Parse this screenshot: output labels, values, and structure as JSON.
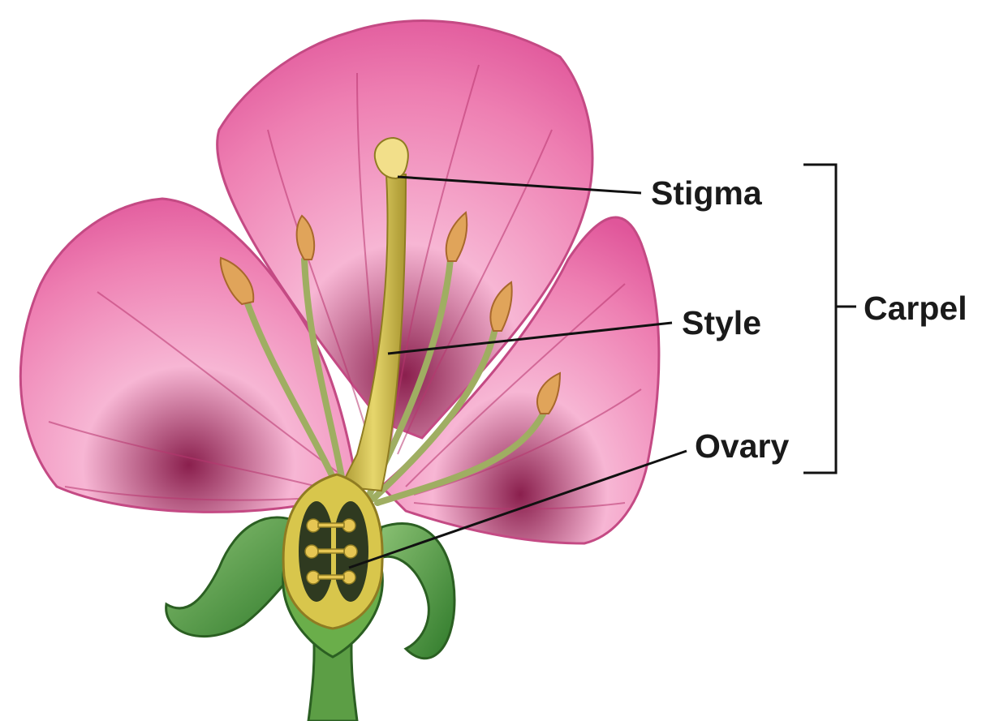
{
  "labels": {
    "stigma": "Stigma",
    "style": "Style",
    "ovary": "Ovary",
    "carpel": "Carpel"
  },
  "colors": {
    "petal": "#e8609c",
    "petal_light": "#f7b6d4",
    "petal_vein": "#b8366f",
    "pistil": "#c9b842",
    "stigma_tip": "#f2df8a",
    "anther": "#e0a45a",
    "filament": "#9fae62",
    "sepal": "#4f9a3f",
    "ovary_dark": "#2f3a20",
    "ovule": "#e6c653",
    "line": "#111111"
  },
  "icons": [
    "flower-illustration"
  ]
}
